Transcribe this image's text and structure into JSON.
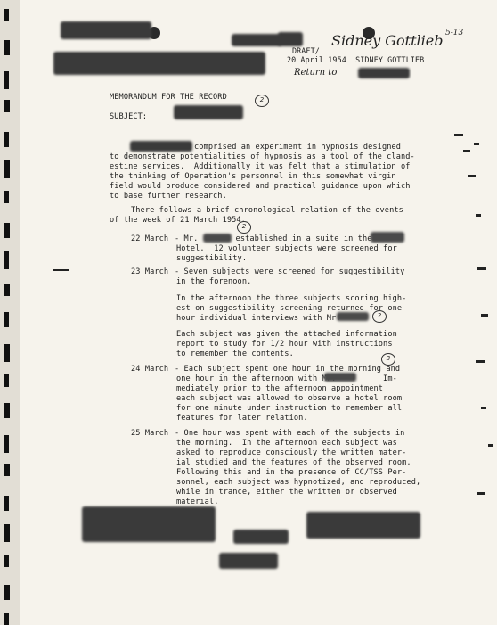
{
  "header": {
    "draft_label": "DRAFT/",
    "date_line": "20 April 1954  SIDNEY GOTTLIEB",
    "handwritten_signature": "Sidney Gottlieb",
    "handwritten_note": "Return to",
    "handwritten_page": "5-13"
  },
  "memo": {
    "title": "MEMORANDUM FOR THE RECORD",
    "subject_label": "SUBJECT:"
  },
  "body": {
    "intro": [
      "comprised an experiment in hypnosis designed",
      "to demonstrate potentialities of hypnosis as a tool of the cland-",
      "estine services.  Additionally it was felt that a stimulation of",
      "the thinking of Operation's personnel in this somewhat virgin",
      "field would produce considered and practical guidance upon which",
      "to base further research."
    ],
    "chrono": [
      "There follows a brief chronological relation of the events",
      "of the week of 21 March 1954."
    ],
    "entries": [
      {
        "date": "22 March",
        "lines": [
          "- Mr.        established in a suite in the",
          "Hotel.  12 volunteer subjects were screened for",
          "suggestibility."
        ]
      },
      {
        "date": "23 March",
        "lines": [
          "- Seven subjects were screened for suggestibility",
          "in the forenoon."
        ],
        "paragraphs": [
          [
            "In the afternoon the three subjects scoring high-",
            "est on suggestibility screening returned for one",
            "hour individual interviews with Mr."
          ],
          [
            "Each subject was given the attached information",
            "report to study for 1/2 hour with instructions",
            "to remember the contents."
          ]
        ]
      },
      {
        "date": "24 March",
        "lines": [
          "- Each subject spent one hour in the morning and",
          "one hour in the afternoon with Mr.          Im-",
          "mediately prior to the afternoon appointment",
          "each subject was allowed to observe a hotel room",
          "for one minute under instruction to remember all",
          "features for later relation."
        ]
      },
      {
        "date": "25 March",
        "lines": [
          "- One hour was spent with each of the subjects in",
          "the morning.  In the afternoon each subject was",
          "asked to reproduce consciously the written mater-",
          "ial studied and the features of the observed room.",
          "Following this and in the presence of CC/TSS Per-",
          "sonnel, each subject was hypnotized, and reproduced,",
          "while in trance, either the written or observed",
          "material."
        ]
      }
    ]
  },
  "annotations": {
    "circled_2": "2",
    "circled_3": "3"
  }
}
